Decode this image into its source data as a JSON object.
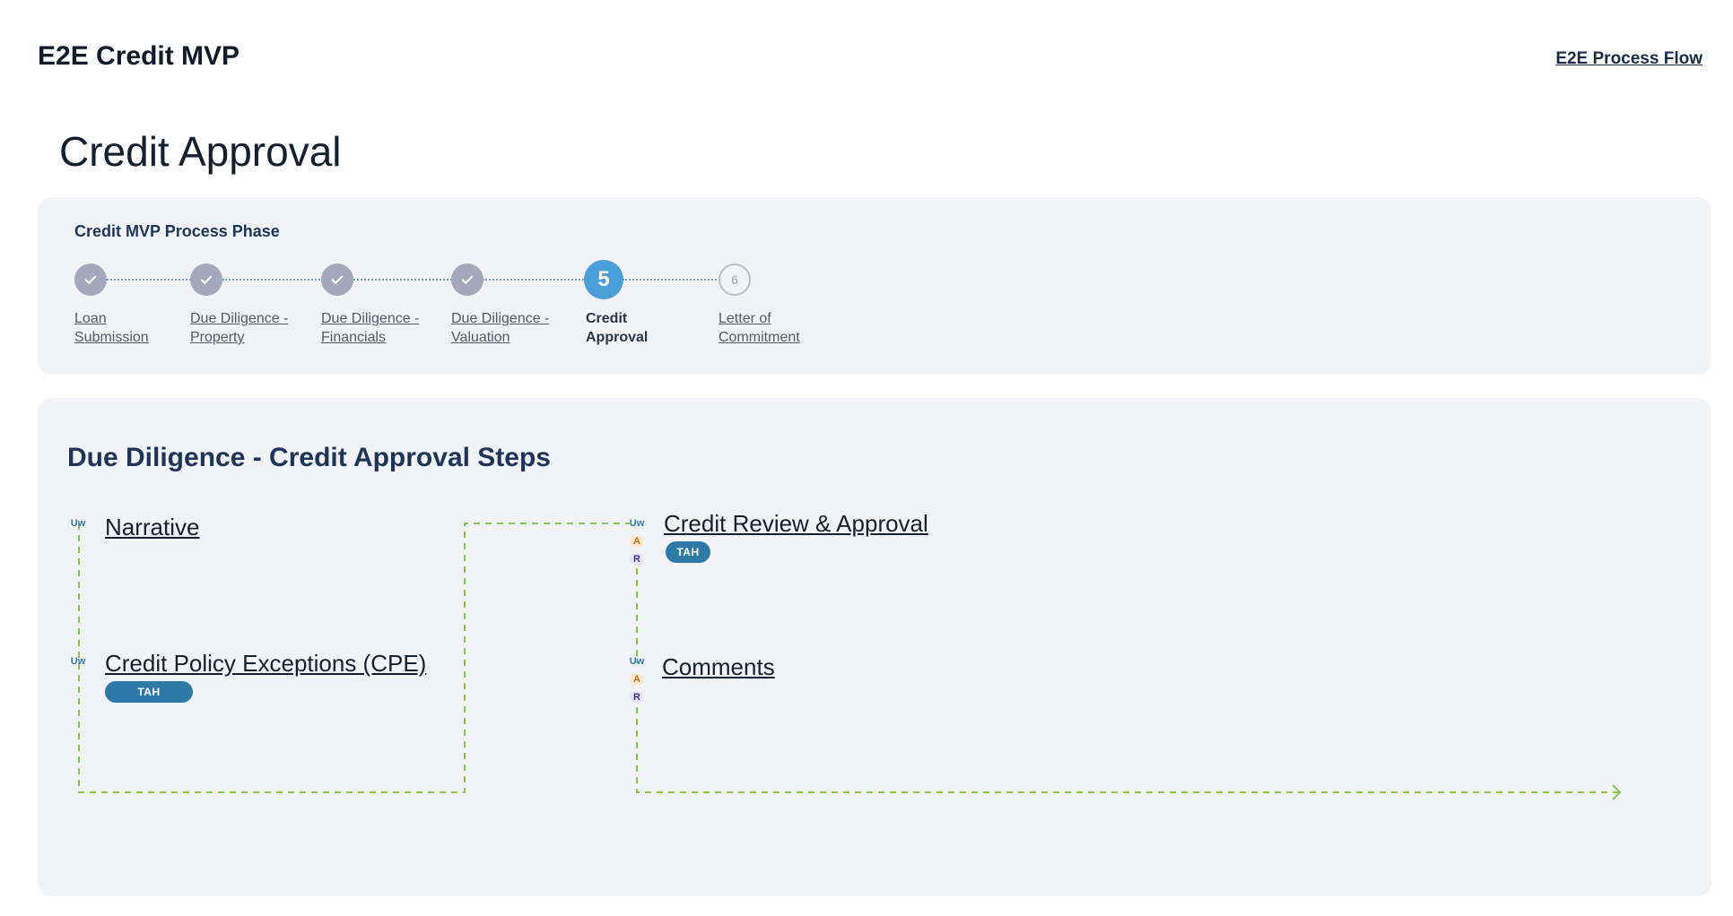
{
  "header": {
    "app_title": "E2E Credit MVP",
    "process_flow_link": "E2E Process Flow"
  },
  "page": {
    "title": "Credit Approval"
  },
  "phase": {
    "label": "Credit MVP Process Phase",
    "current_step": 5,
    "steps": [
      {
        "number": "1",
        "status": "complete",
        "label": "Loan \nSubmission"
      },
      {
        "number": "2",
        "status": "complete",
        "label": "Due Diligence -\nProperty"
      },
      {
        "number": "3",
        "status": "complete",
        "label": "Due Diligence -\nFinancials"
      },
      {
        "number": "4",
        "status": "complete",
        "label": "Due Diligence -\nValuation"
      },
      {
        "number": "5",
        "status": "current",
        "label": "Credit\nApproval"
      },
      {
        "number": "6",
        "status": "upcoming",
        "label": "Letter of\nCommitment"
      }
    ]
  },
  "approval_steps": {
    "heading": "Due Diligence - Credit Approval Steps",
    "items": [
      {
        "title": "Narrative",
        "roles": [
          "Uw"
        ],
        "tag": ""
      },
      {
        "title": "Credit Policy Exceptions (CPE)",
        "roles": [
          "Uw"
        ],
        "tag": "TAH"
      },
      {
        "title": "Credit Review & Approval",
        "roles": [
          "Uw",
          "A",
          "R"
        ],
        "tag": "TAH"
      },
      {
        "title": "Comments",
        "roles": [
          "Uw",
          "A",
          "R"
        ],
        "tag": ""
      }
    ]
  },
  "colors": {
    "current_step": "#4a9fd9",
    "complete_step": "#a3a9ba",
    "flow_line": "#8bc34a",
    "tag_bg": "#2f79a7",
    "heading": "#1e3559"
  },
  "icons": {
    "complete": "check-icon",
    "flow_end": "chevron-right-icon"
  }
}
